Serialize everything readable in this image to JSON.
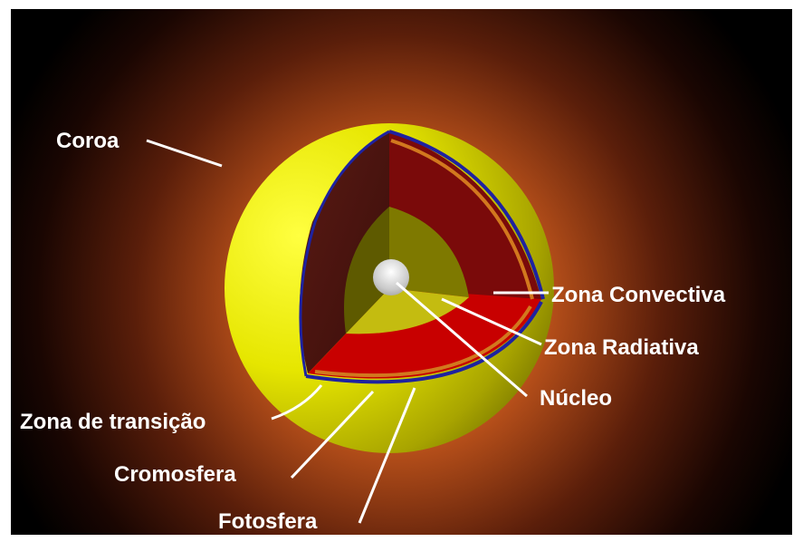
{
  "labels": {
    "corona": "Coroa",
    "convective_zone": "Zona Convectiva",
    "radiative_zone": "Zona Radiativa",
    "core": "Núcleo",
    "transition_zone": "Zona de transição",
    "chromosphere": "Cromosfera",
    "photosphere": "Fotosfera"
  },
  "colors": {
    "frame_border": "#ffffff",
    "background": "#000000",
    "glow": "#c8641e",
    "surface_yellow": "#e6e600",
    "convective_red": "#b40000",
    "radiative_yellow": "#a9a300",
    "core_grey": "#c8c8c8",
    "photosphere_blue": "#1e22a0",
    "chromosphere_orange": "#d2781e",
    "label_text": "#ffffff"
  }
}
